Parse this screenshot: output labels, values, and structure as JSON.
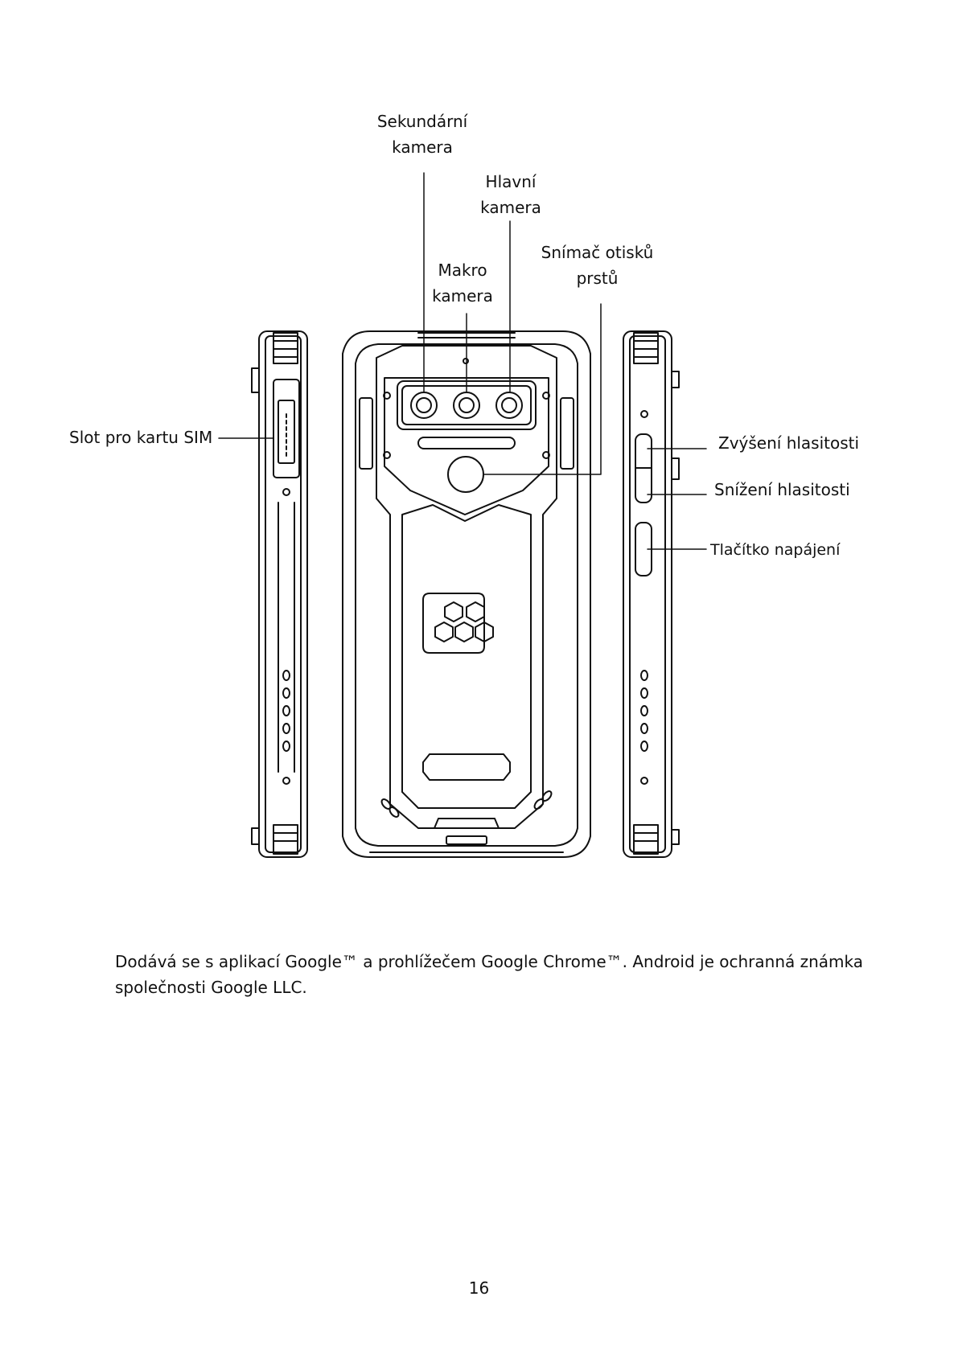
{
  "labels": {
    "secondary_camera": [
      "Sekundární",
      "kamera"
    ],
    "main_camera": [
      "Hlavní",
      "kamera"
    ],
    "macro_camera": [
      "Makro",
      "kamera"
    ],
    "fingerprint": [
      "Snímač otisků",
      "prstů"
    ],
    "sim_slot": "Slot pro kartu SIM",
    "volume_up": "Zvýšení hlasitosti",
    "volume_down": "Snížení hlasitosti",
    "power_button": "Tlačítko napájení"
  },
  "footnote": "Dodává se s aplikací Google™ a prohlížečem Google Chrome™.  Android je ochranná známka společnosti Google LLC.",
  "page_number": "16"
}
